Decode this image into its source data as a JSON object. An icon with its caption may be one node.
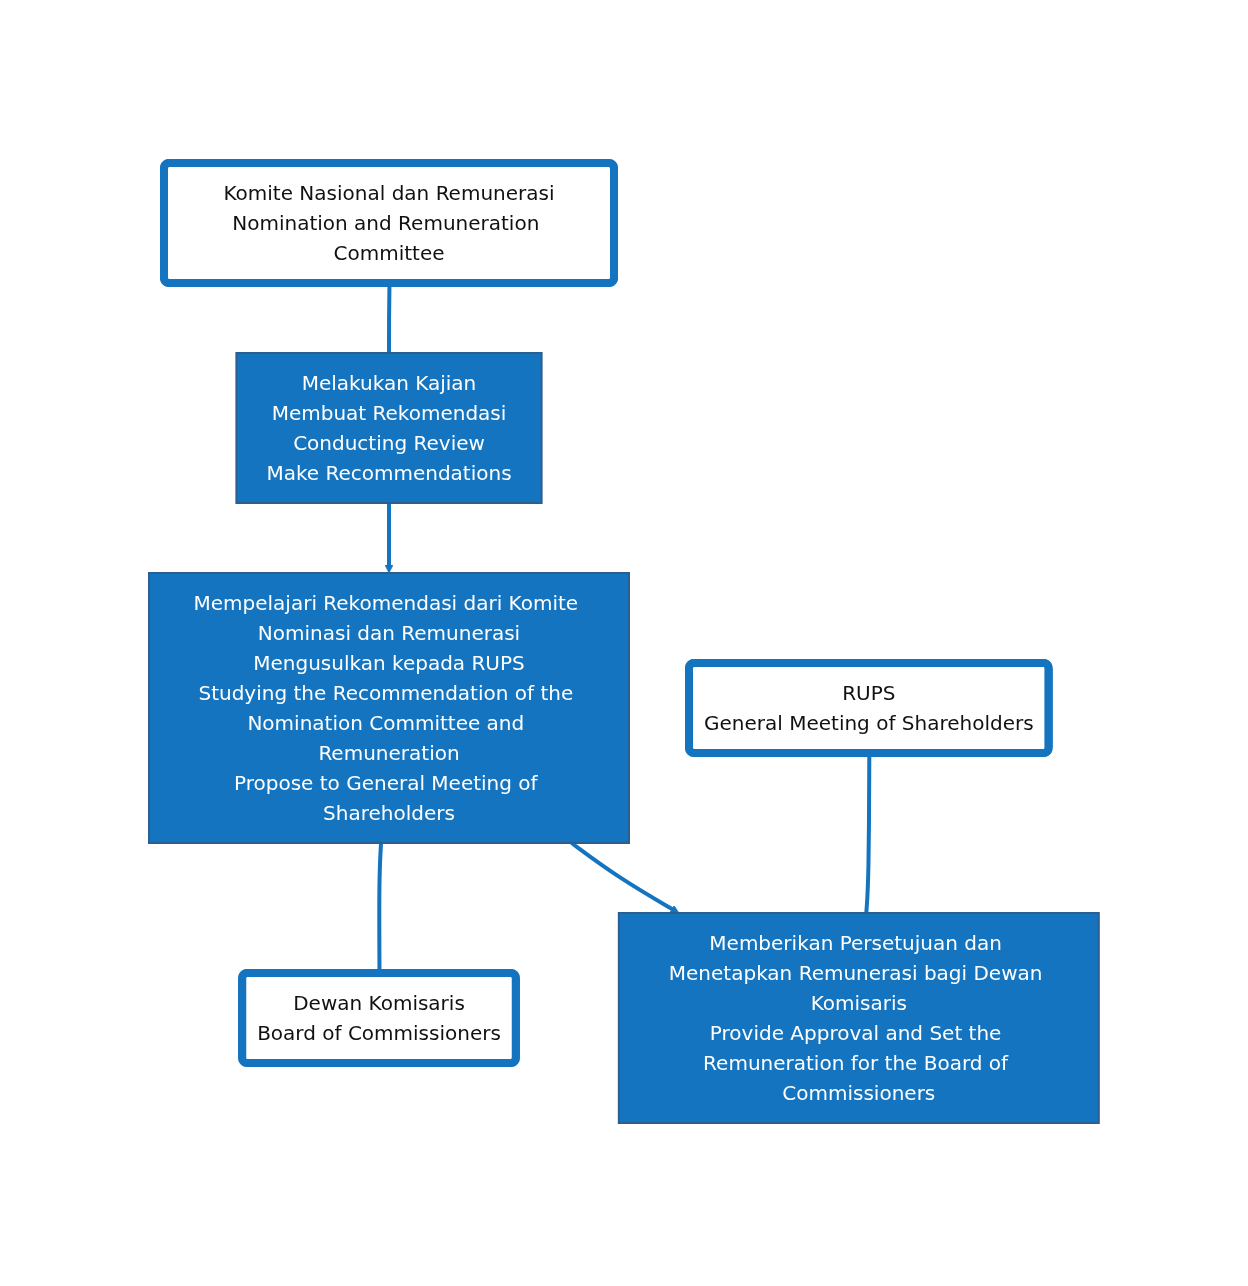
{
  "diagram": {
    "nodes": [
      {
        "text": [
          "Komite Nasional dan Remunerasi",
          "Nomination and Remuneration Committee"
        ]
      },
      {
        "text": [
          "Melakukan Kajian",
          "Membuat Rekomendasi",
          "Conducting Review",
          "Make Recommendations"
        ]
      },
      {
        "text": [
          "Mempelajari Rekomendasi dari Komite Nominasi dan Remunerasi",
          "Mengusulkan kepada RUPS",
          "Studying the Recommendation of the Nomination Committee and Remuneration",
          "Propose to General Meeting of Shareholders"
        ]
      },
      {
        "text": [
          "Dewan Komisaris",
          "Board of Commissioners"
        ]
      },
      {
        "text": [
          "RUPS",
          "General Meeting of Shareholders"
        ]
      },
      {
        "text": [
          "Memberikan Persetujuan dan Menetapkan Remunerasi bagi Dewan Komisaris",
          "Provide Approval and Set the Remuneration for the Board of Commissioners"
        ]
      }
    ],
    "edges": [
      {
        "from": 0,
        "to": 1,
        "arrow": "none"
      },
      {
        "from": 1,
        "to": 2,
        "arrow": "to"
      },
      {
        "from": 2,
        "to": 3,
        "arrow": "none"
      },
      {
        "from": 2,
        "to": 5,
        "arrow": "to"
      },
      {
        "from": 4,
        "to": 5,
        "arrow": "none"
      }
    ]
  }
}
